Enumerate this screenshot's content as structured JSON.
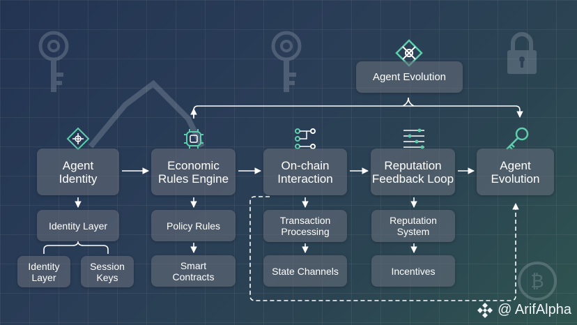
{
  "top": {
    "evolution_label": "Agent Evolution"
  },
  "main_flow": [
    {
      "id": "identity",
      "label": "Agent\nIdentity"
    },
    {
      "id": "economic",
      "label": "Economic\nRules Engine"
    },
    {
      "id": "onchain",
      "label": "On-chain\nInteraction"
    },
    {
      "id": "reputation",
      "label": "Reputation\nFeedback Loop"
    },
    {
      "id": "evolution",
      "label": "Agent\nEvolution"
    }
  ],
  "identity_branch": {
    "layer": "Identity Layer",
    "children": [
      "Identity\nLayer",
      "Session\nKeys"
    ]
  },
  "economic_branch": [
    "Policy Rules",
    "Smart\nContracts"
  ],
  "onchain_branch": [
    "Transaction\nProcessing",
    "State Channels"
  ],
  "reputation_branch": [
    "Reputation\nSystem",
    "Incentives"
  ],
  "watermark": {
    "text": "@ ArifAlpha"
  },
  "colors": {
    "accent": "#5ecfae",
    "box": "#626a78",
    "line": "#ffffff"
  },
  "icons": {
    "identity": "diamond-network-icon",
    "economic": "circuit-brain-icon",
    "onchain": "node-graph-icon",
    "reputation": "sliders-icon",
    "evolution": "key-icon",
    "top": "diamond-knot-icon"
  }
}
